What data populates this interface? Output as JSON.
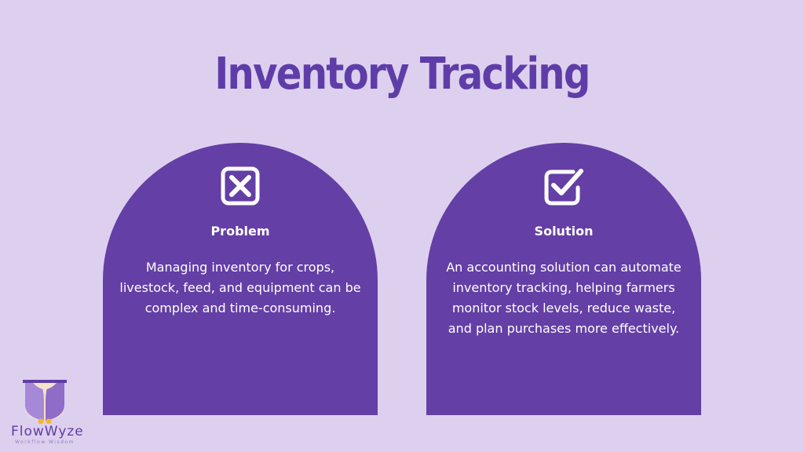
{
  "title": "Inventory Tracking",
  "cards": [
    {
      "icon": "x-checkbox-icon",
      "heading": "Problem",
      "body": "Managing inventory for crops, livestock, feed, and equipment can be complex and time-consuming."
    },
    {
      "icon": "checkmark-checkbox-icon",
      "heading": "Solution",
      "body": "An accounting solution can automate inventory tracking, helping farmers monitor stock levels, reduce waste, and plan purchases more effectively."
    }
  ],
  "logo": {
    "name": "FlowWyze",
    "tagline": "Workflow Wisdom"
  },
  "colors": {
    "background": "#ddd0ef",
    "accent": "#643fa6",
    "title": "#5f3da8"
  }
}
